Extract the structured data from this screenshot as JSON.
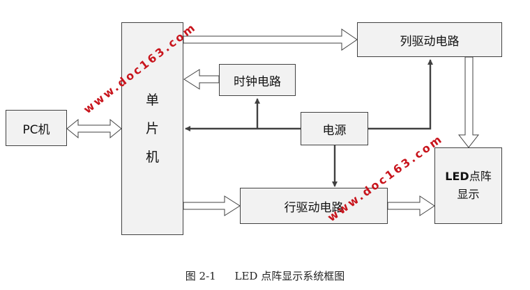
{
  "boxes": {
    "pc": "PC机",
    "mcu": [
      "单",
      "片",
      "机"
    ],
    "column_driver": "列驱动电路",
    "clock": "时钟电路",
    "power": "电源",
    "row_driver": "行驱动电路",
    "led_display": {
      "line1_latin": "LED",
      "line1_cjk": "点阵",
      "line2": "显示"
    }
  },
  "caption": {
    "number": "图 2-1",
    "title": "LED 点阵显示系统框图"
  },
  "watermark": "www.doc163.com",
  "colors": {
    "box_fill": "#f2f2f2",
    "arrow": "#404040",
    "watermark": "#c8141c"
  }
}
